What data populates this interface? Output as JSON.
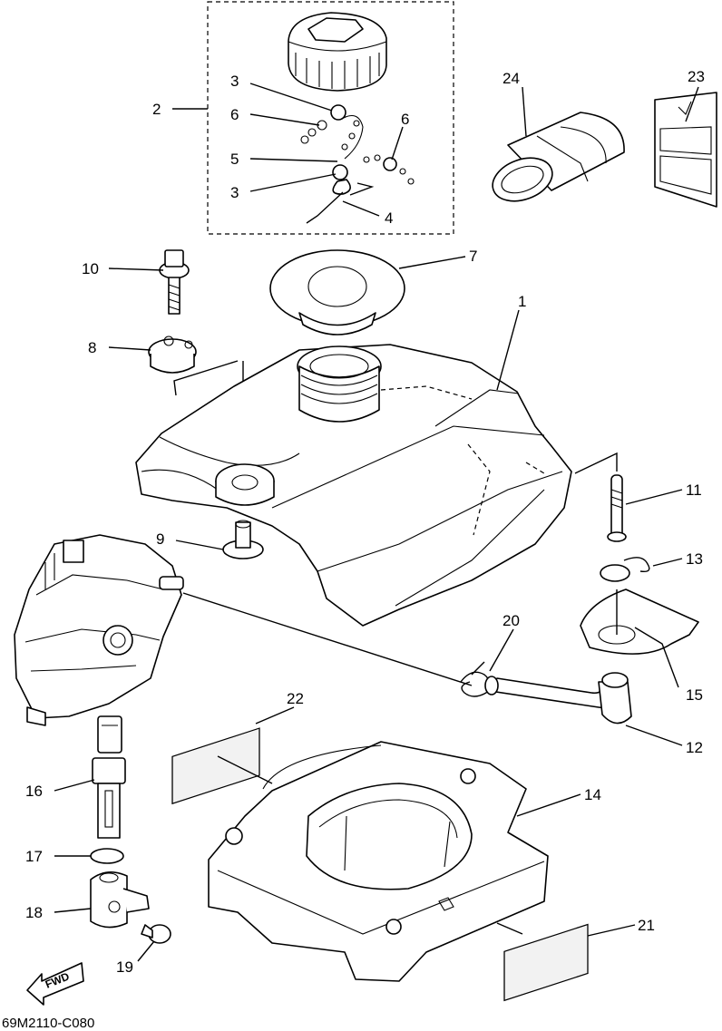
{
  "diagram": {
    "code": "69M2110-C080",
    "direction_label": "FWD",
    "part_numbers": {
      "p1": "1",
      "p2": "2",
      "p3a": "3",
      "p3b": "3",
      "p4": "4",
      "p5": "5",
      "p6a": "6",
      "p6b": "6",
      "p7": "7",
      "p8": "8",
      "p9": "9",
      "p10": "10",
      "p11": "11",
      "p12": "12",
      "p13": "13",
      "p14": "14",
      "p15": "15",
      "p16": "16",
      "p17": "17",
      "p18": "18",
      "p19": "19",
      "p20": "20",
      "p21": "21",
      "p22": "22",
      "p23": "23",
      "p24": "24"
    }
  }
}
